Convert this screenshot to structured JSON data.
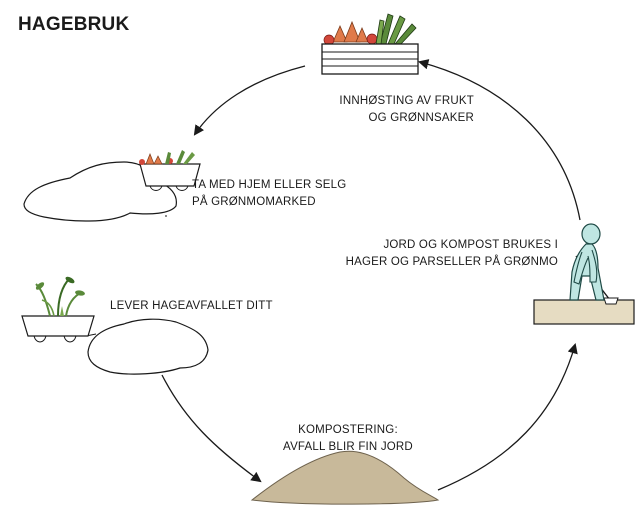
{
  "title": "HAGEBRUK",
  "steps": {
    "harvest": [
      "INNHØSTING AV FRUKT",
      "OG GRØNNSAKER"
    ],
    "take_home": [
      "TA MED HJEM ELLER SELG",
      "PÅ GRØNMOMARKED"
    ],
    "use_soil": [
      "JORD OG KOMPOST BRUKES I",
      "HAGER OG PARSELLER PÅ GRØNMO"
    ],
    "deliver": [
      "LEVER HAGEAVFALLET DITT"
    ],
    "compost": [
      "KOMPOSTERING:",
      "AVFALL BLIR FIN JORD"
    ]
  },
  "colors": {
    "line": "#1a1a1a",
    "soil": "#c8b99a",
    "soil_stroke": "#6e624d",
    "figure": "#bfe6e2",
    "figure_stroke": "#1f4a46",
    "ground": "#e6dcc2",
    "carrot": "#e07a4a",
    "leaf": "#5a8a3a",
    "tomato": "#d2473a"
  }
}
